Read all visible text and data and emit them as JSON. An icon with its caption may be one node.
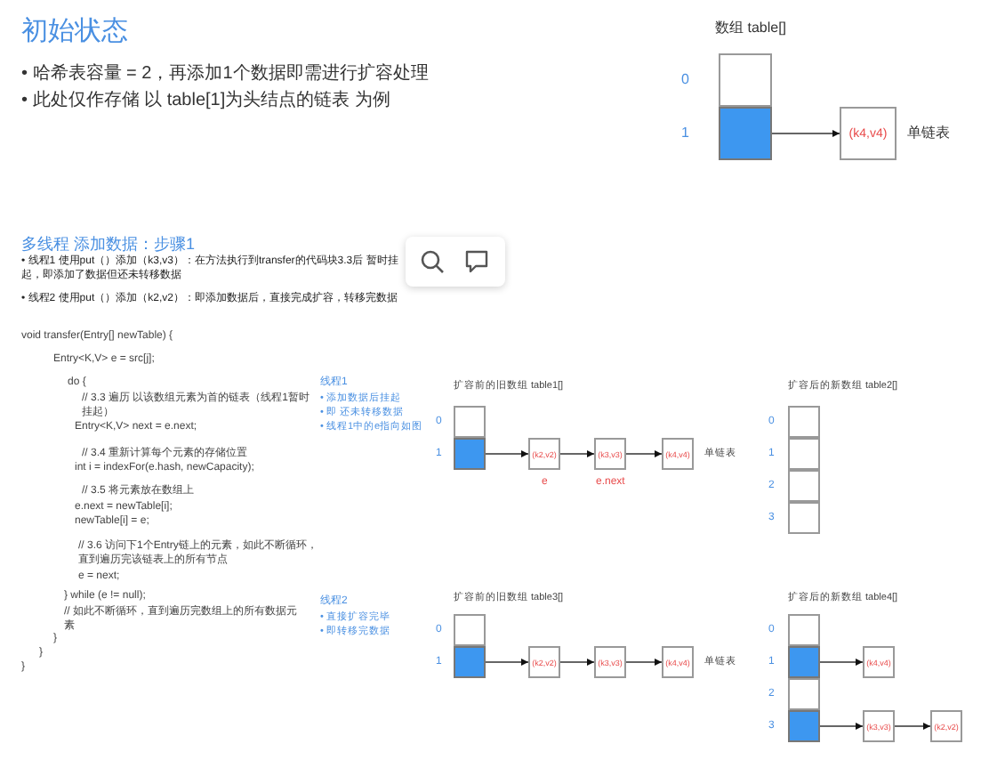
{
  "diagram": {
    "title": "初始状态",
    "nodes": [
      {
        "text": [],
        "shape": "box"
      },
      {
        "text": [],
        "shape": "box"
      },
      {
        "text": [
          "(k4,v4)"
        ]
      },
      {
        "text": [],
        "shape": "box"
      },
      {
        "text": [],
        "shape": "box"
      },
      {
        "text": [
          "(k2,v2)"
        ],
        "beside": [
          "e"
        ]
      },
      {
        "text": [
          "(k3,v3)"
        ],
        "beside": [
          "e.next"
        ]
      },
      {
        "text": [
          "(k4,v4)"
        ]
      },
      {
        "text": [],
        "shape": "box"
      },
      {
        "text": [],
        "shape": "box"
      },
      {
        "text": [],
        "shape": "box"
      },
      {
        "text": [],
        "shape": "box"
      },
      {
        "text": [],
        "shape": "box"
      },
      {
        "text": [],
        "shape": "box"
      },
      {
        "text": [
          "(k2,v2)"
        ]
      },
      {
        "text": [
          "(k3,v3)"
        ]
      },
      {
        "text": [
          "(k4,v4)"
        ]
      },
      {
        "text": [],
        "shape": "box"
      },
      {
        "text": [],
        "shape": "box"
      },
      {
        "text": [],
        "shape": "box"
      },
      {
        "text": [],
        "shape": "box"
      },
      {
        "text": [
          "(k4,v4)"
        ]
      },
      {
        "text": [
          "(k3,v3)"
        ]
      },
      {
        "text": [
          "(k2,v2)"
        ]
      }
    ],
    "edges": [
      {
        "from": 1,
        "to": 2,
        "arrow": "to"
      },
      {
        "from": 4,
        "to": 5,
        "arrow": "to"
      },
      {
        "from": 5,
        "to": 6,
        "arrow": "to"
      },
      {
        "from": 6,
        "to": 7,
        "arrow": "to"
      },
      {
        "from": 13,
        "to": 14,
        "arrow": "to"
      },
      {
        "from": 14,
        "to": 15,
        "arrow": "to"
      },
      {
        "from": 15,
        "to": 16,
        "arrow": "to"
      },
      {
        "from": 18,
        "to": 21,
        "arrow": "to"
      },
      {
        "from": 20,
        "to": 22,
        "arrow": "to"
      },
      {
        "from": 22,
        "to": 23,
        "arrow": "to"
      }
    ],
    "labels": [
      "• 哈希表容量 = 2，再添加1个数据即需进行扩容处理",
      "• 此处仅作存储 以 table[1]为头结点的链表 为例",
      "数组 table[]",
      "0",
      "1",
      "单链表",
      "多线程 添加数据：步骤1",
      "• 线程1 使用put（）添加（k3,v3）：在方法执行到transfer的代码块3.3后 暂时挂起，即添加了数据但还未转移数据",
      "• 线程2 使用put（）添加（k2,v2）：即添加数据后，直接完成扩容，转移完数据",
      "void transfer(Entry[] newTable) {",
      "Entry<K,V> e = src[j];",
      "do {",
      "// 3.3 遍历 以该数组元素为首的链表（线程1暂时挂起）",
      "Entry<K,V> next = e.next;",
      "// 3.4 重新计算每个元素的存储位置",
      "int i = indexFor(e.hash, newCapacity);",
      "// 3.5 将元素放在数组上",
      "e.next = newTable[i];",
      "newTable[i] = e;",
      "// 3.6 访问下1个Entry链上的元素，如此不断循环，直到遍历完该链表上的所有节点",
      "e = next;",
      "} while (e != null);",
      "// 如此不断循环，直到遍历完数组上的所有数据元素",
      "}",
      "}",
      "}",
      "线程1",
      "• 添加数据后挂起",
      "• 即 还未转移数据",
      "• 线程1中的e指向如图",
      "扩容前的旧数组 table1[]",
      "0",
      "1",
      "单链表",
      "扩容后的新数组 table2[]",
      "0",
      "1",
      "2",
      "3",
      "线程2",
      "• 直接扩容完毕",
      "• 即转移完数据",
      "扩容前的旧数组 table3[]",
      "0",
      "1",
      "单链表",
      "扩容后的新数组 table4[]",
      "0",
      "1",
      "2",
      "3"
    ]
  }
}
